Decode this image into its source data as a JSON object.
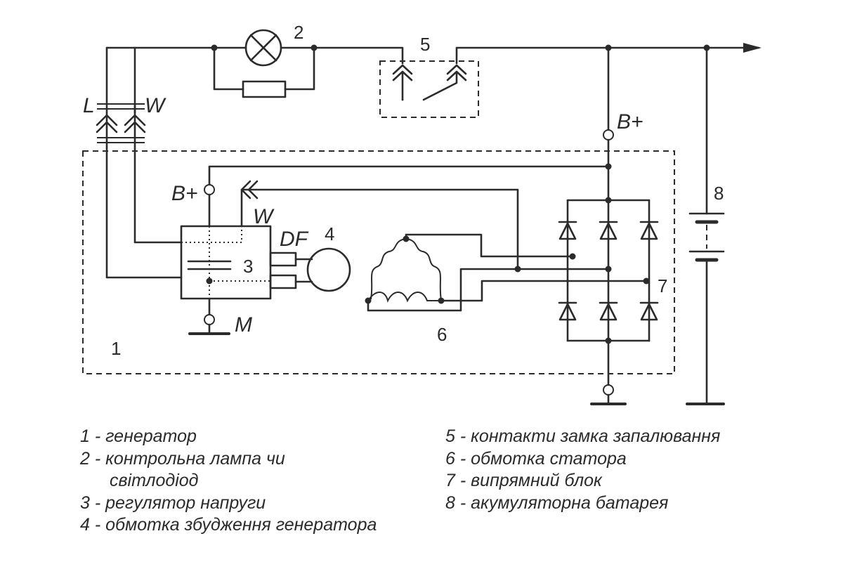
{
  "labels": {
    "lamp_terminal": "L",
    "w_terminal": "W",
    "b_plus_top": "B+",
    "b_plus_regulator": "B+",
    "w_regulator": "W",
    "df_terminal": "DF",
    "ground_terminal": "M"
  },
  "numbers": {
    "n1": "1",
    "n2": "2",
    "n3": "3",
    "n4": "4",
    "n5": "5",
    "n6": "6",
    "n7": "7",
    "n8": "8"
  },
  "legend": {
    "item1": "1 - генератор",
    "item2_line1": "2 - контрольна лампа чи",
    "item2_line2": "світлодіод",
    "item3": "3 - регулятор напруги",
    "item4": "4 - обмотка збудження генератора",
    "item5": "5 - контакти замка запалювання",
    "item6": "6 - обмотка статора",
    "item7": "7 - випрямний блок",
    "item8": "8 - акумуляторна батарея"
  }
}
